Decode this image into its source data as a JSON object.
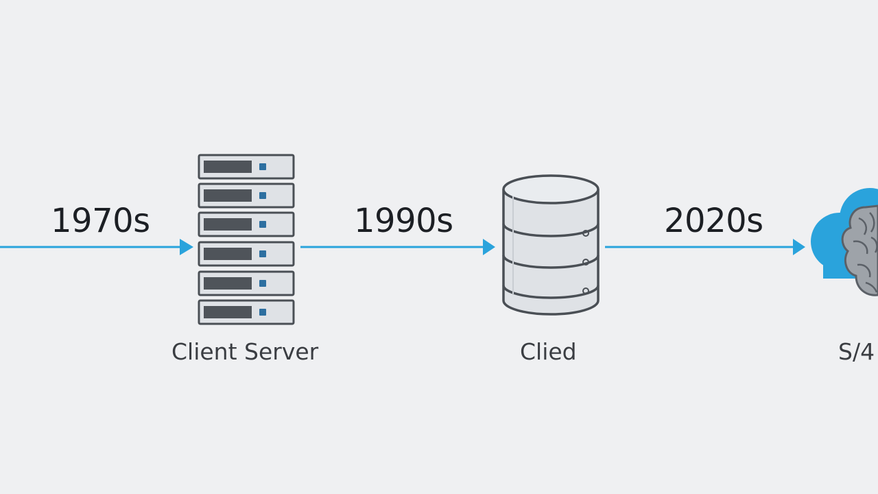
{
  "diagram": {
    "eras": [
      {
        "label": "1970s"
      },
      {
        "label": "1990s"
      },
      {
        "label": "2020s"
      }
    ],
    "stages": [
      {
        "label": "Client Server",
        "icon": "server-rack-icon"
      },
      {
        "label": "Clied",
        "icon": "database-cylinder-icon"
      },
      {
        "label": "S/4",
        "icon": "cloud-brain-icon"
      }
    ],
    "colors": {
      "background": "#eff0f2",
      "arrow": "#2aa3dc",
      "icon_stroke": "#4a4f55",
      "icon_fill": "#dfe2e6",
      "cloud": "#2aa3dc",
      "brain": "#9ea3a9"
    }
  }
}
